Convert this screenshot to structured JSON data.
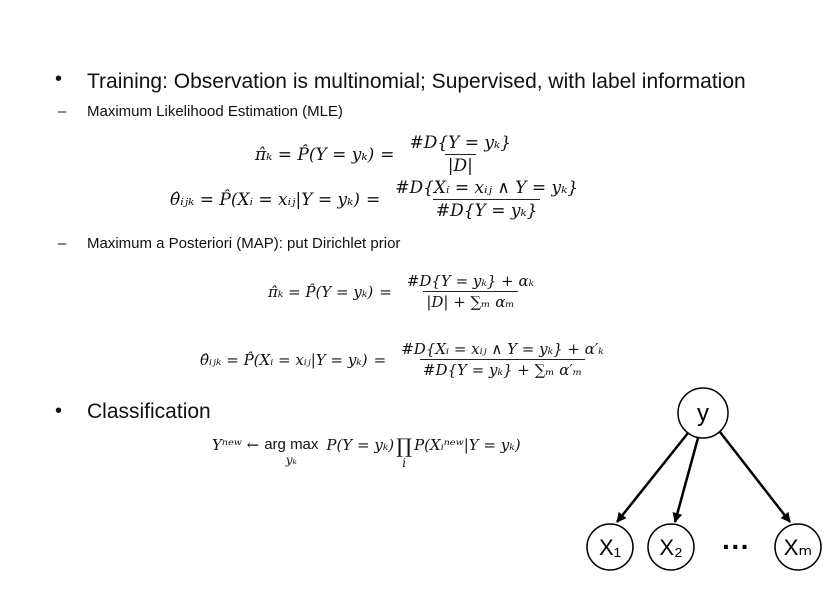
{
  "bullets": [
    {
      "marker": "•",
      "text": "Training: Observation is multinomial; Supervised, with label information"
    },
    {
      "marker": "•",
      "text": "Classification"
    }
  ],
  "subitems": [
    {
      "marker": "–",
      "text": "Maximum Likelihood Estimation (MLE)"
    },
    {
      "marker": "–",
      "text": "Maximum a Posteriori (MAP): put Dirichlet prior"
    }
  ],
  "equations": {
    "mle_pi": {
      "lhs": "π̂ₖ = P̂(Y = yₖ)",
      "num": "#D{Y = yₖ}",
      "den": "|D|"
    },
    "mle_theta": {
      "lhs": "θ̂ᵢⱼₖ = P̂(Xᵢ = xᵢⱼ|Y = yₖ)",
      "num": "#D{Xᵢ = xᵢⱼ ∧ Y = yₖ}",
      "den": "#D{Y = yₖ}"
    },
    "map_pi": {
      "lhs": "π̂ₖ = P̂(Y = yₖ)",
      "num": "#D{Y = yₖ} + αₖ",
      "den": "|D| + ∑ₘ αₘ"
    },
    "map_theta": {
      "lhs": "θ̂ᵢⱼₖ = P̂(Xᵢ = xᵢⱼ|Y = yₖ)",
      "num": "#D{Xᵢ = xᵢⱼ ∧ Y = yₖ} + α′ₖ",
      "den": "#D{Y = yₖ} + ∑ₘ α′ₘ"
    },
    "classify": {
      "lhs": "Yⁿᵉʷ ←",
      "op": "arg max",
      "op_sub": "yₖ",
      "rhs1": "P(Y = yₖ)",
      "prod": "∏",
      "prod_sub": "i",
      "rhs2": "P(Xᵢⁿᵉʷ|Y = yₖ)"
    }
  },
  "equals": "=",
  "graph": {
    "parent": "y",
    "children": [
      "X₁",
      "X₂",
      "Xₘ"
    ],
    "ellipsis": "···"
  }
}
